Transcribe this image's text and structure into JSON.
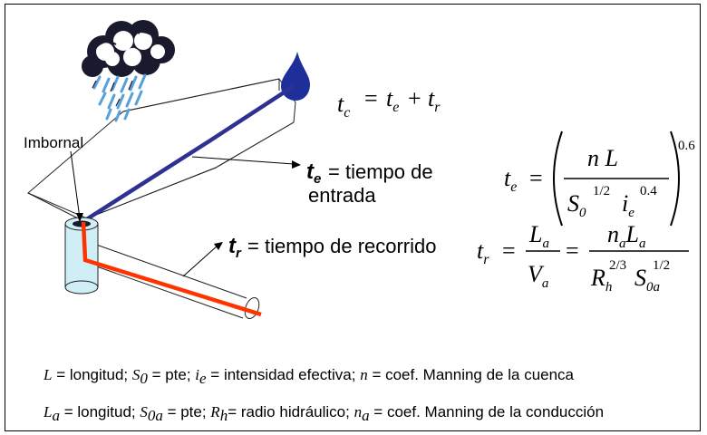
{
  "diagram": {
    "label_imbornal": "Imbornal",
    "label_te_desc_line1": "= tiempo de",
    "label_te_desc_line2": "entrada",
    "label_tr_desc": "= tiempo de recorrido"
  },
  "formulas": {
    "tc_t": "t",
    "tc_sub": "c",
    "te_t": "t",
    "te_sub": "e",
    "tr_t": "t",
    "tr_sub": "r",
    "eq": "=",
    "plus": "+",
    "n_L": "n L",
    "S0_sym": "S",
    "S0_sub": "0",
    "half": "1/2",
    "i_sym": "i",
    "i_sub": "e",
    "exp_04": "0.4",
    "exp_06": "0.6",
    "La_L": "L",
    "a_sub": "a",
    "Va_V": "V",
    "na_n": "n",
    "Rh_R": "R",
    "Rh_sub": "h",
    "two_thirds": "2/3",
    "S0a_sub": "0a"
  },
  "legend": {
    "line1": {
      "L": "L",
      "a": " = longitud; ",
      "S": "S",
      "S_sub": "0",
      "b": " = pte; ",
      "i": "i",
      "i_sub": "e",
      "c": " = intensidad efectiva; ",
      "n": "n",
      "d": " = coef. Manning de la cuenca"
    },
    "line2": {
      "L": "L",
      "L_sub": "a",
      "a": " = longitud; ",
      "S": "S",
      "S_sub": "0a",
      "b": " = pte; ",
      "R": "R",
      "R_sub": "h",
      "c": "= radio hidráulico; ",
      "n": "n",
      "n_sub": "a",
      "d": " = coef. Manning de la conducción"
    }
  },
  "colors": {
    "entry_path": "#2e3192",
    "conduit_path": "#ff3300",
    "cloud": "#1a1a2e",
    "rain": "#5aa0d8",
    "drop": "#1f2f9a",
    "inlet": "#cfeef5"
  }
}
